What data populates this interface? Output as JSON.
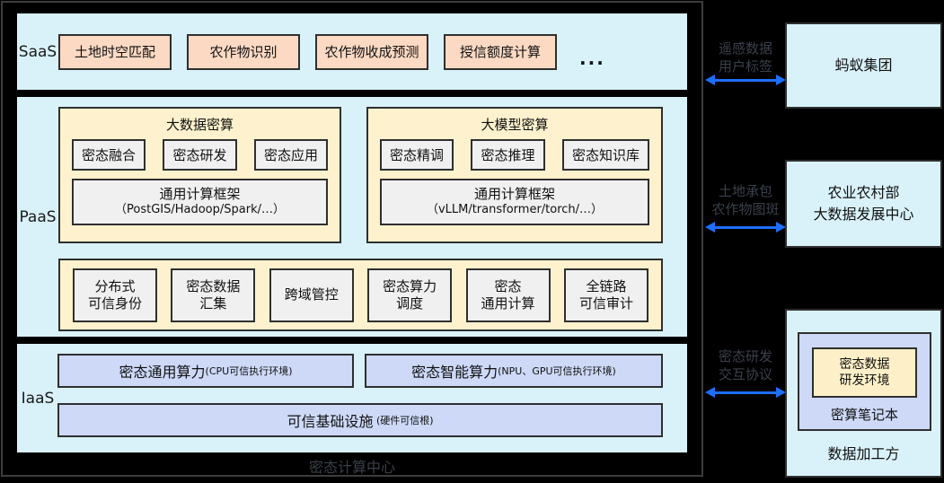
{
  "colors": {
    "background": "#000000",
    "layer_strip": "#d9f2f9",
    "saas_app": "#fbd9c3",
    "paas_group": "#fdf2cd",
    "module_gray": "#f0f0f0",
    "iaas_blue": "#cdd9f7",
    "arrow_blue": "#1e6ffd",
    "dim_label": "#3a404c"
  },
  "layers": {
    "saas": {
      "label": "SaaS",
      "apps": [
        "土地时空匹配",
        "农作物识别",
        "农作物收成预测",
        "授信额度计算"
      ],
      "more": "..."
    },
    "paas": {
      "label": "PaaS",
      "groups": [
        {
          "title": "大数据密算",
          "modules": [
            "密态融合",
            "密态研发",
            "密态应用"
          ],
          "framework": {
            "title": "通用计算框架",
            "subtitle": "（PostGIS/Hadoop/Spark/…）"
          }
        },
        {
          "title": "大模型密算",
          "modules": [
            "密态精调",
            "密态推理",
            "密态知识库"
          ],
          "framework": {
            "title": "通用计算框架",
            "subtitle": "（vLLM/transformer/torch/…）"
          }
        }
      ],
      "services": [
        [
          "分布式",
          "可信身份"
        ],
        [
          "密态数据",
          "汇集"
        ],
        [
          "跨域管控"
        ],
        [
          "密态算力",
          "调度"
        ],
        [
          "密态",
          "通用计算"
        ],
        [
          "全链路",
          "可信审计"
        ]
      ]
    },
    "iaas": {
      "label": "IaaS",
      "compute": [
        {
          "title": "密态通用算力",
          "note": "(CPU可信执行环境)"
        },
        {
          "title": "密态智能算力",
          "note": "(NPU、GPU可信执行环境)"
        }
      ],
      "foundation": {
        "title": "可信基础设施",
        "note": "(硬件可信根)"
      }
    }
  },
  "center_label": "密态计算中心",
  "partners": {
    "ant": {
      "name": "蚂蚁集团"
    },
    "ministry": {
      "name_lines": [
        "农业农村部",
        "大数据发展中心"
      ]
    },
    "processor": {
      "name": "数据加工方",
      "notebook": {
        "label": "密算笔记本",
        "env_lines": [
          "密态数据",
          "研发环境"
        ]
      }
    }
  },
  "links": [
    {
      "label_lines": [
        "遥感数据",
        "用户标签"
      ]
    },
    {
      "label_lines": [
        "土地承包",
        "农作物图斑"
      ]
    },
    {
      "label_lines": [
        "密态研发",
        "交互协议"
      ]
    }
  ]
}
